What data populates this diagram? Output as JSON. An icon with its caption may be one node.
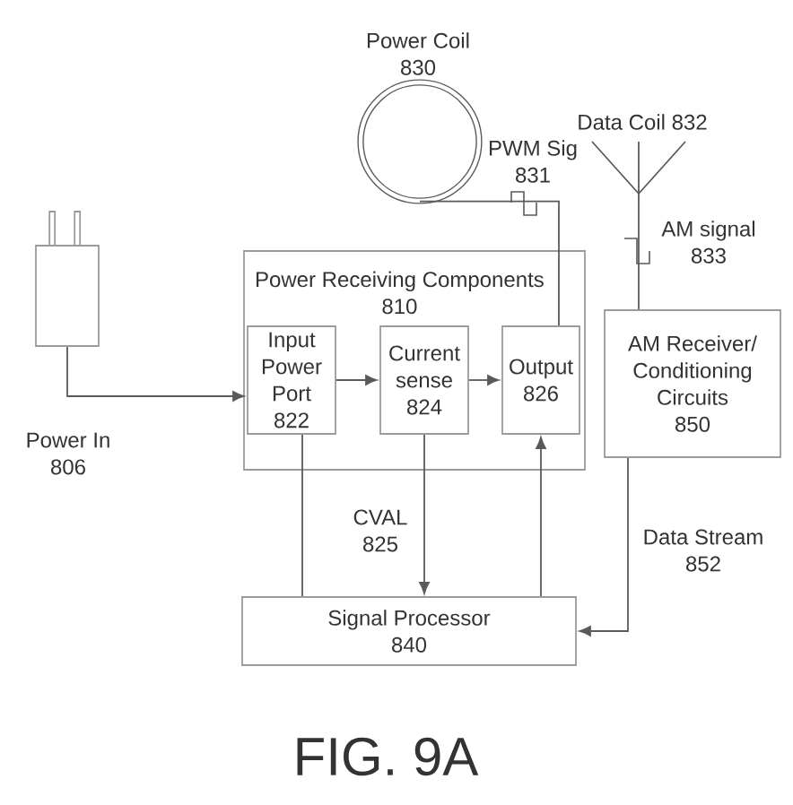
{
  "diagram": {
    "caption": "FIG. 9A",
    "nodes": [
      {
        "text": [],
        "shape": "circle",
        "beside": [
          "Power Coil 830"
        ]
      },
      {
        "text": [],
        "shape": "antenna",
        "beside": [
          "Data Coil 832"
        ]
      },
      {
        "text": [],
        "shape": "plug"
      },
      {
        "text": [
          "Power Receiving Components",
          "810"
        ]
      },
      {
        "text": [
          "Input Power Port",
          "822"
        ],
        "in": 3
      },
      {
        "text": [
          "Current sense",
          "824"
        ],
        "in": 3
      },
      {
        "text": [
          "Output",
          "826"
        ],
        "in": 3
      },
      {
        "text": [
          "AM Receiver/ Conditioning Circuits",
          "850"
        ]
      },
      {
        "text": [
          "Signal Processor",
          "840"
        ]
      }
    ],
    "edges": [
      {
        "from": 2,
        "to": 4,
        "arrow": "to",
        "label": "Power In 806"
      },
      {
        "from": 4,
        "to": 5,
        "arrow": "to"
      },
      {
        "from": 5,
        "to": 6,
        "arrow": "to"
      },
      {
        "from": 0,
        "to": 6,
        "arrow": "none",
        "label": "PWM Sig 831"
      },
      {
        "from": 1,
        "to": 7,
        "arrow": "none",
        "label": "AM signal 833"
      },
      {
        "from": 7,
        "to": 8,
        "arrow": "to",
        "label": "Data Stream 852"
      },
      {
        "from": 5,
        "to": 8,
        "arrow": "to",
        "label": "CVAL 825"
      },
      {
        "from": 8,
        "to": 6,
        "arrow": "to"
      },
      {
        "from": 4,
        "to": 8,
        "arrow": "none"
      }
    ]
  }
}
